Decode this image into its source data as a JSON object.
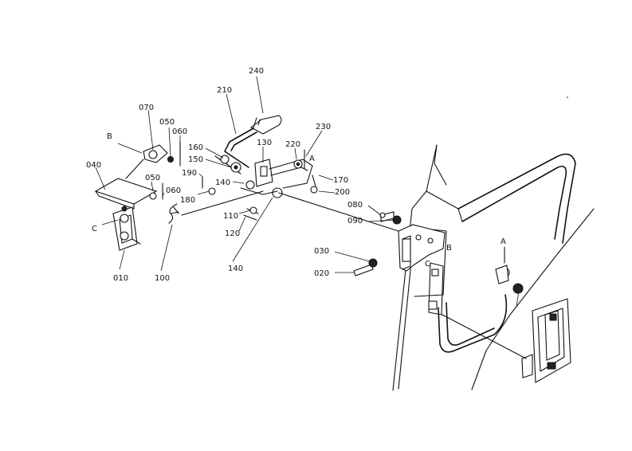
{
  "diagram": {
    "callouts": [
      {
        "id": "240",
        "text": "240"
      },
      {
        "id": "210",
        "text": "210"
      },
      {
        "id": "230",
        "text": "230"
      },
      {
        "id": "220",
        "text": "220"
      },
      {
        "id": "130",
        "text": "130"
      },
      {
        "id": "160",
        "text": "160"
      },
      {
        "id": "150",
        "text": "150"
      },
      {
        "id": "170",
        "text": "170"
      },
      {
        "id": "200",
        "text": "200"
      },
      {
        "id": "190",
        "text": "190"
      },
      {
        "id": "140a",
        "text": "140"
      },
      {
        "id": "180",
        "text": "180"
      },
      {
        "id": "110",
        "text": "110"
      },
      {
        "id": "120",
        "text": "120"
      },
      {
        "id": "140b",
        "text": "140"
      },
      {
        "id": "070",
        "text": "070"
      },
      {
        "id": "050a",
        "text": "050"
      },
      {
        "id": "060a",
        "text": "060"
      },
      {
        "id": "040",
        "text": "040"
      },
      {
        "id": "050b",
        "text": "050"
      },
      {
        "id": "060b",
        "text": "060"
      },
      {
        "id": "010",
        "text": "010"
      },
      {
        "id": "100",
        "text": "100"
      },
      {
        "id": "080",
        "text": "080"
      },
      {
        "id": "090",
        "text": "090"
      },
      {
        "id": "030",
        "text": "030"
      },
      {
        "id": "020",
        "text": "020"
      }
    ],
    "reference_letters": [
      {
        "id": "B-left",
        "text": "B"
      },
      {
        "id": "C-left",
        "text": "C"
      },
      {
        "id": "A-top",
        "text": "A"
      },
      {
        "id": "B-right",
        "text": "B"
      },
      {
        "id": "C-right",
        "text": "C"
      },
      {
        "id": "A-right",
        "text": "A"
      }
    ]
  }
}
